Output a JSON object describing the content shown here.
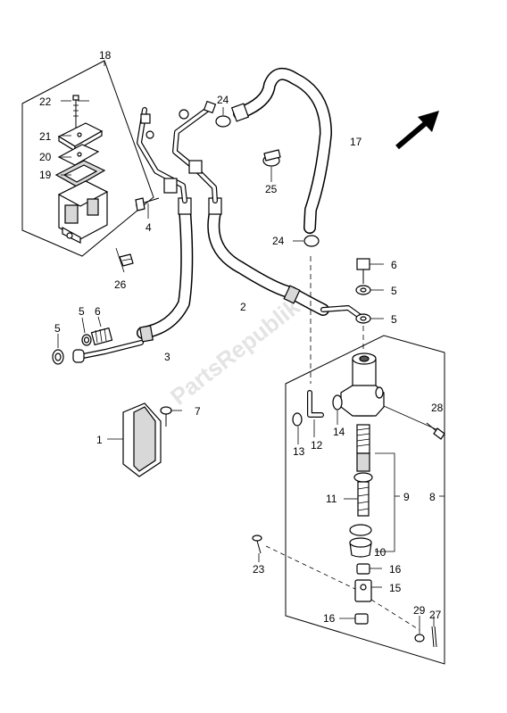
{
  "watermark": "PartsRepublik",
  "labels": {
    "p1": "1",
    "p2": "2",
    "p3": "3",
    "p4": "4",
    "p5a": "5",
    "p5b": "5",
    "p5c": "5",
    "p5d": "5",
    "p6a": "6",
    "p6b": "6",
    "p7": "7",
    "p8": "8",
    "p9": "9",
    "p10": "10",
    "p11": "11",
    "p12": "12",
    "p13": "13",
    "p14": "14",
    "p15": "15",
    "p16a": "16",
    "p16b": "16",
    "p17": "17",
    "p18": "18",
    "p19": "19",
    "p20": "20",
    "p21": "21",
    "p22": "22",
    "p23": "23",
    "p24a": "24",
    "p24b": "24",
    "p25": "25",
    "p26": "26",
    "p27": "27",
    "p28": "28",
    "p29": "29"
  },
  "colors": {
    "line": "#000000",
    "watermark": "#e4e4e4",
    "background": "#ffffff"
  },
  "icons": {
    "direction": "front-direction-arrow-icon"
  }
}
